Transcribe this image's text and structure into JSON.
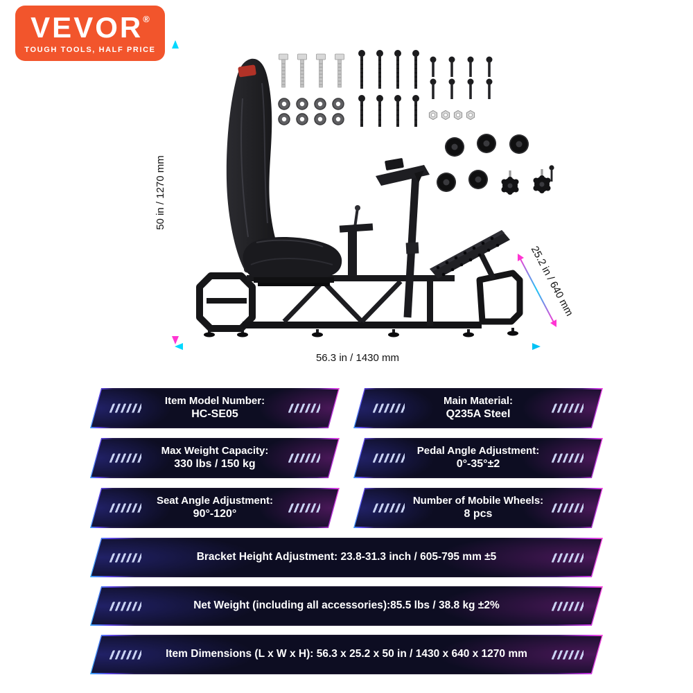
{
  "brand": {
    "name": "VEVOR",
    "registered_mark": "®",
    "tagline": "TOUGH TOOLS, HALF PRICE"
  },
  "dimensions": {
    "height_label": "50 in / 1270 mm",
    "length_label": "56.3 in / 1430 mm",
    "depth_label": "25.2 in / 640 mm"
  },
  "specs": [
    {
      "label": "Item Model Number:",
      "value": "HC-SE05"
    },
    {
      "label": "Main Material:",
      "value": "Q235A Steel"
    },
    {
      "label": "Max Weight Capacity:",
      "value": "330 lbs / 150 kg"
    },
    {
      "label": "Pedal Angle Adjustment:",
      "value": "0°-35°±2"
    },
    {
      "label": "Seat Angle Adjustment:",
      "value": "90°-120°"
    },
    {
      "label": "Number of Mobile Wheels:",
      "value": "8 pcs"
    }
  ],
  "spec_rows_full": [
    {
      "text": "Bracket Height Adjustment: 23.8-31.3 inch / 605-795 mm ±5"
    },
    {
      "text": "Net Weight (including all accessories):85.5 lbs / 38.8 kg ±2%"
    },
    {
      "text": "Item Dimensions (L x W x H): 56.3 x 25.2 x 50 in / 1430 x 640 x 1270 mm"
    }
  ],
  "colors": {
    "brand_orange": "#F2552C",
    "banner_background": "#0d0d22",
    "banner_edge_blue": "#38b6ff",
    "banner_edge_magenta": "#ff4fdc",
    "arrow_cyan": "#00d8ff",
    "arrow_magenta": "#ff35d2",
    "seat_black": "#1b1b1e",
    "logo_patch_red": "#b13227"
  }
}
